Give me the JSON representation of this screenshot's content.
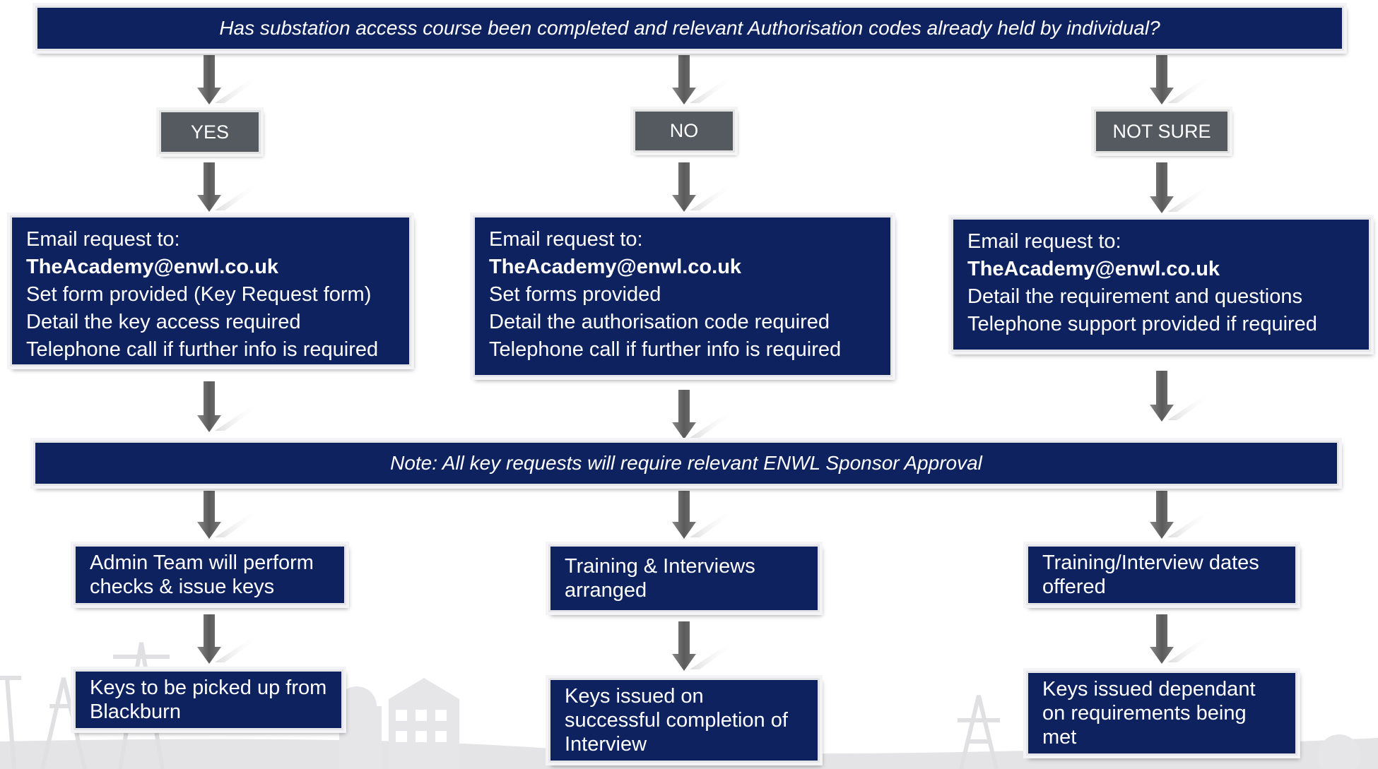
{
  "question": "Has substation access course been completed and relevant Authorisation codes already held by individual?",
  "answers": {
    "yes": "YES",
    "no": "NO",
    "not_sure": "NOT SURE"
  },
  "details": {
    "yes": [
      "Email request to:",
      "TheAcademy@enwl.co.uk",
      "Set form provided (Key Request form)",
      "Detail the key access required",
      "Telephone call if further info is required"
    ],
    "no": [
      "Email request to:",
      "TheAcademy@enwl.co.uk",
      "Set forms provided",
      "Detail the authorisation code required",
      "Telephone call if further info is required"
    ],
    "not_sure": [
      "Email request to:",
      "TheAcademy@enwl.co.uk",
      "Detail the requirement and questions",
      "Telephone support provided if required"
    ]
  },
  "note": "Note: All key requests will require relevant ENWL Sponsor Approval",
  "steps": {
    "yes": [
      "Admin Team will perform",
      "checks & issue keys"
    ],
    "no": [
      "Training & Interviews",
      "arranged"
    ],
    "not_sure": [
      "Training/Interview dates",
      "offered"
    ]
  },
  "outcomes": {
    "yes": [
      "Keys to be picked up from",
      "Blackburn"
    ],
    "no": [
      "Keys issued on",
      "successful completion of",
      "Interview"
    ],
    "not_sure": [
      "Keys issued dependant",
      "on requirements being",
      "met"
    ]
  },
  "colors": {
    "box_navy": "#0e2260",
    "answer_grey": "#555a60",
    "arrow_grey": "#6b6b6b"
  },
  "icons": [
    "down-arrow-icon",
    "pylon-icon",
    "house-icon"
  ]
}
